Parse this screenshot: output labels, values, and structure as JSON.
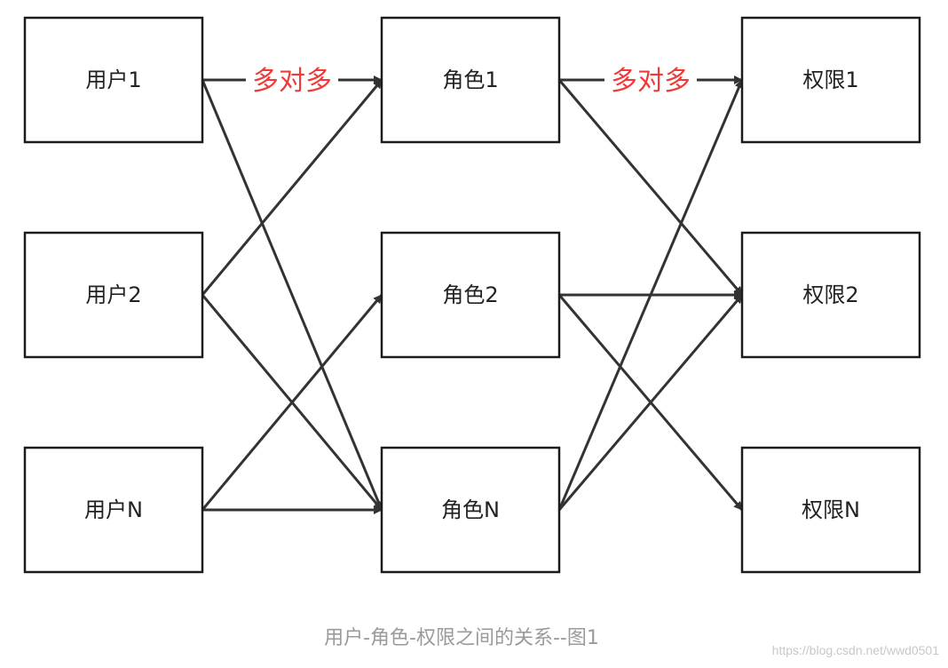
{
  "diagram": {
    "columns": [
      {
        "id": "users",
        "nodes": [
          "用户1",
          "用户2",
          "用户N"
        ]
      },
      {
        "id": "roles",
        "nodes": [
          "角色1",
          "角色2",
          "角色N"
        ]
      },
      {
        "id": "permissions",
        "nodes": [
          "权限1",
          "权限2",
          "权限N"
        ]
      }
    ],
    "edges": [
      {
        "from": [
          0,
          0
        ],
        "to": [
          1,
          0
        ]
      },
      {
        "from": [
          0,
          0
        ],
        "to": [
          1,
          2
        ]
      },
      {
        "from": [
          0,
          1
        ],
        "to": [
          1,
          0
        ]
      },
      {
        "from": [
          0,
          1
        ],
        "to": [
          1,
          2
        ]
      },
      {
        "from": [
          0,
          2
        ],
        "to": [
          1,
          1
        ]
      },
      {
        "from": [
          0,
          2
        ],
        "to": [
          1,
          2
        ]
      },
      {
        "from": [
          1,
          0
        ],
        "to": [
          2,
          0
        ]
      },
      {
        "from": [
          1,
          0
        ],
        "to": [
          2,
          1
        ]
      },
      {
        "from": [
          1,
          1
        ],
        "to": [
          2,
          1
        ]
      },
      {
        "from": [
          1,
          1
        ],
        "to": [
          2,
          2
        ]
      },
      {
        "from": [
          1,
          2
        ],
        "to": [
          2,
          0
        ]
      },
      {
        "from": [
          1,
          2
        ],
        "to": [
          2,
          1
        ]
      }
    ],
    "relation_labels": [
      "多对多",
      "多对多"
    ],
    "colors": {
      "border": "#1c1c1c",
      "arrow": "#333333",
      "relation_label": "#f03a3a"
    }
  },
  "caption": "用户-角色-权限之间的关系--图1",
  "watermark": "https://blog.csdn.net/wwd0501"
}
